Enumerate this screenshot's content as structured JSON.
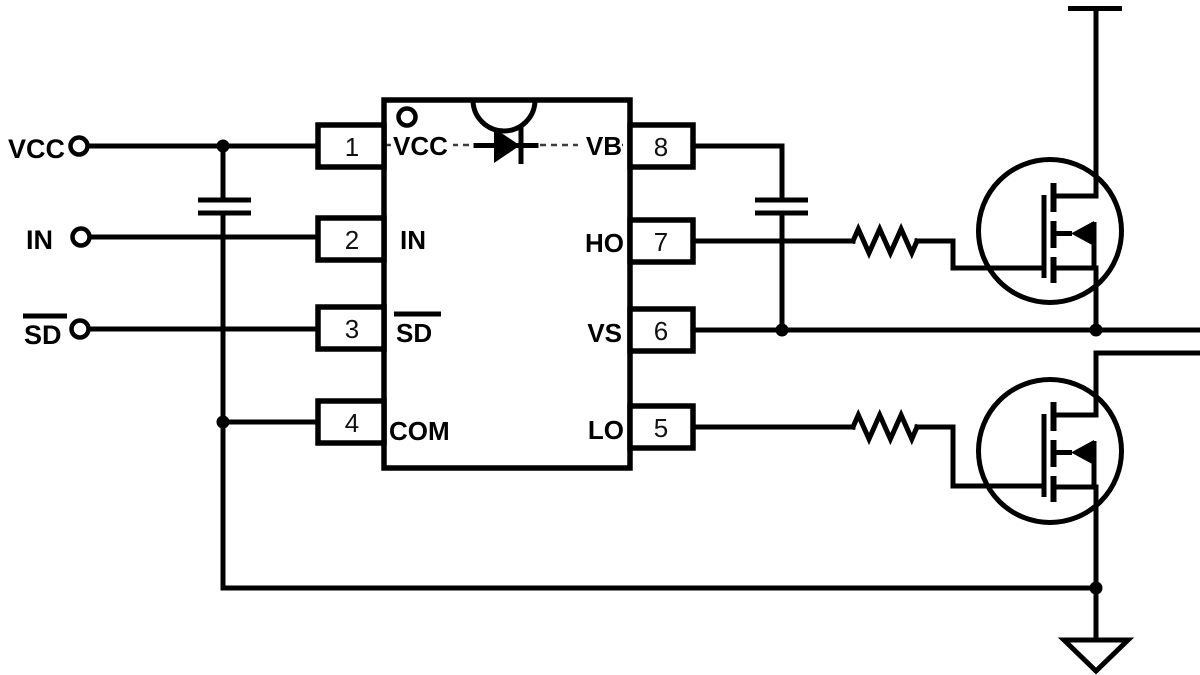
{
  "diagram": {
    "kind": "half-bridge-gate-driver-application-schematic",
    "background_color": "#ffffff",
    "line_color": "#000000"
  },
  "terminals": {
    "vcc": {
      "label": "VCC",
      "overline": false
    },
    "in": {
      "label": "IN",
      "overline": false
    },
    "sd": {
      "label": "SD",
      "overline": true
    }
  },
  "ic": {
    "left_pins": [
      {
        "number": "1",
        "name": "VCC",
        "overline": false
      },
      {
        "number": "2",
        "name": "IN",
        "overline": false
      },
      {
        "number": "3",
        "name": "SD",
        "overline": true
      },
      {
        "number": "4",
        "name": "COM",
        "overline": false
      }
    ],
    "right_pins": [
      {
        "number": "8",
        "name": "VB"
      },
      {
        "number": "7",
        "name": "HO"
      },
      {
        "number": "6",
        "name": "VS"
      },
      {
        "number": "5",
        "name": "LO"
      }
    ]
  },
  "components": {
    "bootstrap_diode": "diode-icon",
    "decoupling_capacitor": "capacitor-icon",
    "bootstrap_capacitor": "capacitor-icon",
    "high_side_gate_resistor": "resistor-icon",
    "low_side_gate_resistor": "resistor-icon",
    "high_side_switch": "n-mosfet-icon",
    "low_side_switch": "n-mosfet-icon",
    "supply_rail": "power-rail-icon",
    "ground": "ground-icon",
    "pin1_marker": "pin1-dot-icon",
    "package_notch": "notch-icon"
  }
}
